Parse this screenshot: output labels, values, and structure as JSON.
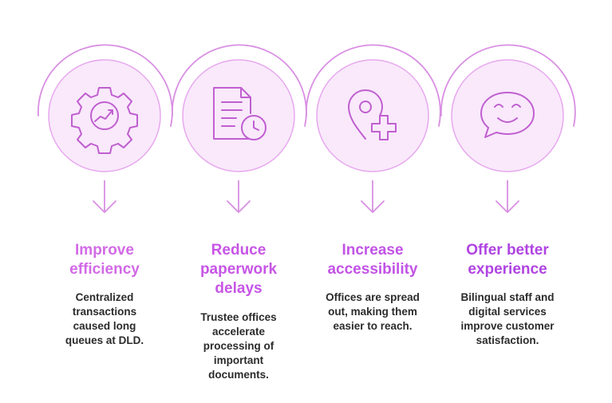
{
  "colors": {
    "circle_fill": "#f9e9fb",
    "circle_stroke": "#e7a8ee",
    "arc_stroke": "#d98fe3",
    "icon_stroke": "#c05fd0",
    "title_light": "#d26ae6",
    "title_mid": "#c755e6",
    "title_dark": "#b044e2",
    "body_text": "#2b2b2b"
  },
  "steps": [
    {
      "icon": "gear-chart-icon",
      "title": "Improve efficiency",
      "title_lines": [
        "Improve",
        "efficiency"
      ],
      "description": "Centralized transactions caused long queues at DLD.",
      "description_lines": [
        "Centralized",
        "transactions",
        "caused long",
        "queues at DLD."
      ]
    },
    {
      "icon": "document-clock-icon",
      "title": "Reduce paperwork delays",
      "title_lines": [
        "Reduce",
        "paperwork",
        "delays"
      ],
      "description": "Trustee offices accelerate processing of important documents.",
      "description_lines": [
        "Trustee offices",
        "accelerate",
        "processing of",
        "important",
        "documents."
      ]
    },
    {
      "icon": "location-plus-icon",
      "title": "Increase accessibility",
      "title_lines": [
        "Increase",
        "accessibility"
      ],
      "description": "Offices are spread out, making them easier to reach.",
      "description_lines": [
        "Offices are spread",
        "out, making them",
        "easier to reach."
      ]
    },
    {
      "icon": "smile-chat-icon",
      "title": "Offer better experience",
      "title_lines": [
        "Offer better",
        "experience"
      ],
      "description": "Bilingual staff and digital services improve customer satisfaction.",
      "description_lines": [
        "Bilingual staff and",
        "digital services",
        "improve customer",
        "satisfaction."
      ]
    }
  ]
}
